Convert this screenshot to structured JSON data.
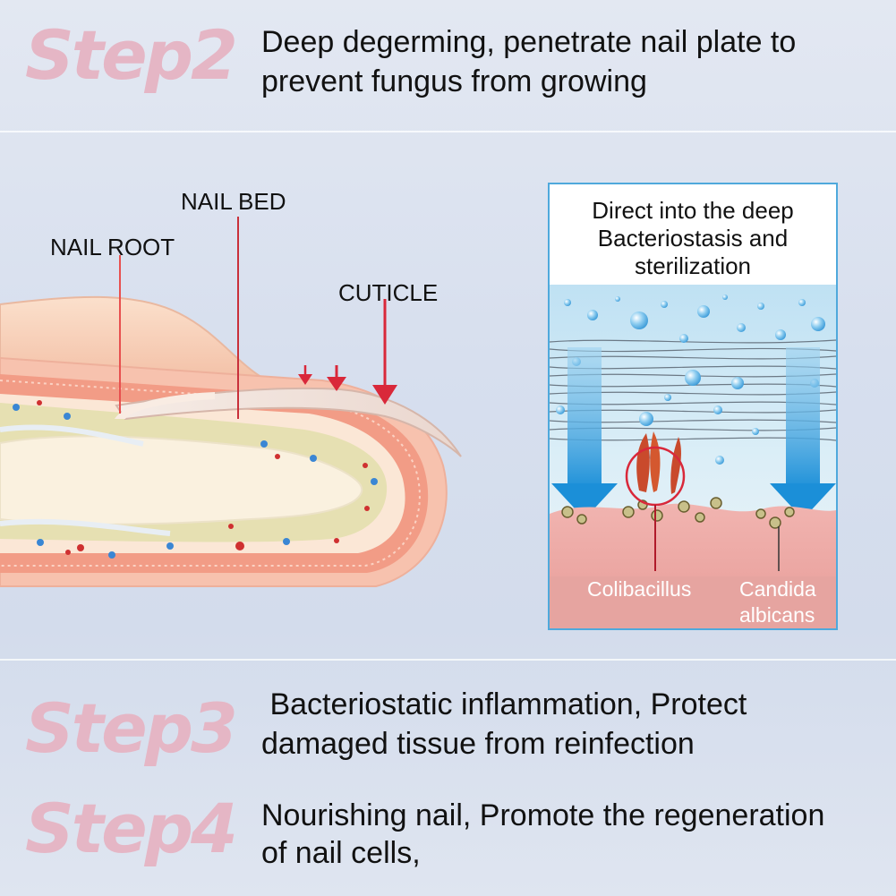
{
  "step2": {
    "label": "Step2",
    "line1": "Deep degerming, penetrate nail plate to",
    "line2": "prevent fungus from growing"
  },
  "diagram": {
    "nail_root": "NAIL ROOT",
    "nail_bed": "NAIL BED",
    "cuticle": "CUTICLE"
  },
  "panel": {
    "title_line1": "Direct into the deep",
    "title_line2": "Bacteriostasis and",
    "title_line3": "sterilization",
    "caption_left": "Colibacillus",
    "caption_right_line1": "Candida",
    "caption_right_line2": "albicans"
  },
  "step3": {
    "label": "Step3",
    "line1": " Bacteriostatic inflammation, Protect",
    "line2": "damaged tissue from reinfection"
  },
  "step4": {
    "label": "Step4",
    "line1": "Nourishing nail, Promote the regeneration",
    "line2": "of nail cells,"
  },
  "colors": {
    "step_label": "#e5b6c5",
    "arrow_red": "#d9283a",
    "panel_border": "#4fa9dc",
    "skin_pink": "#f2a48e",
    "marrow": "#e6e0b2"
  }
}
